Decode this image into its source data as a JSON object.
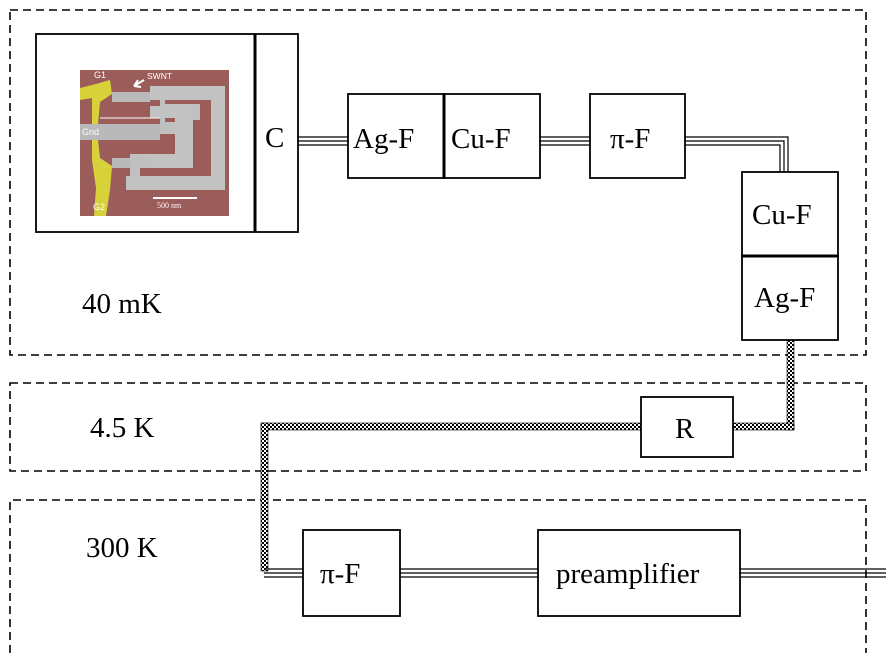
{
  "zones": {
    "top_label": "40 mK",
    "middle_label": "4.5 K",
    "bottom_label": "300 K"
  },
  "components": {
    "capacitor": "C",
    "ag_filter_top": "Ag-F",
    "cu_filter_top": "Cu-F",
    "pi_filter_top": "π-F",
    "cu_filter_right": "Cu-F",
    "ag_filter_right": "Ag-F",
    "resistor": "R",
    "pi_filter_bottom": "π-F",
    "preamplifier": "preamplifier"
  },
  "device_image": {
    "gate1": "G1",
    "gate2": "G2",
    "ground": "Gnd",
    "nanotube": "SWNT",
    "scale_bar": "500 nm"
  },
  "colors": {
    "image_background": "#9b5d5a",
    "electrode_gray": "#bdbdbd",
    "gate_yellow": "#d8d23a"
  }
}
